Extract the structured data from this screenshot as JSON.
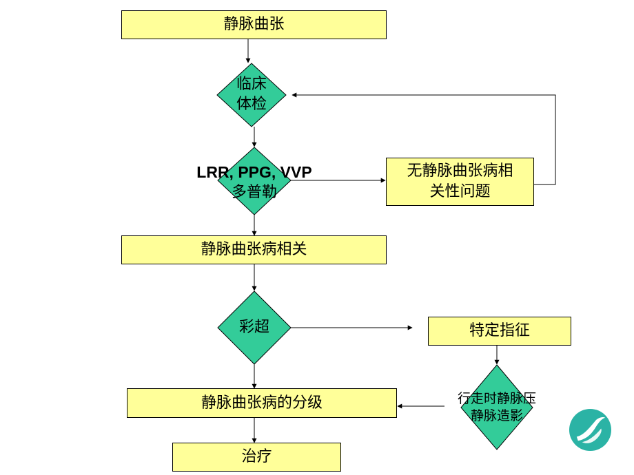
{
  "diagram": {
    "box_varicose": "静脉曲张",
    "diamond_exam_line1": "临床",
    "diamond_exam_line2": "体检",
    "diamond_tests_line1": "LRR, PPG, VVP",
    "diamond_tests_line2": "多普勒",
    "box_unrelated_line1": "无静脉曲张病相",
    "box_unrelated_line2": "关性问题",
    "box_related": "静脉曲张病相关",
    "diamond_ultrasound": "彩超",
    "box_specific": "特定指征",
    "diamond_angio_line1": "行走时静脉压",
    "diamond_angio_line2": "静脉造影",
    "box_grading": "静脉曲张病的分级",
    "box_treatment": "治疗"
  },
  "colors": {
    "box_fill": "#ffff99",
    "diamond_fill": "#33cc99",
    "logo": "#2bb3a5"
  },
  "logo_icon": "leaf-swirl-logo-icon"
}
